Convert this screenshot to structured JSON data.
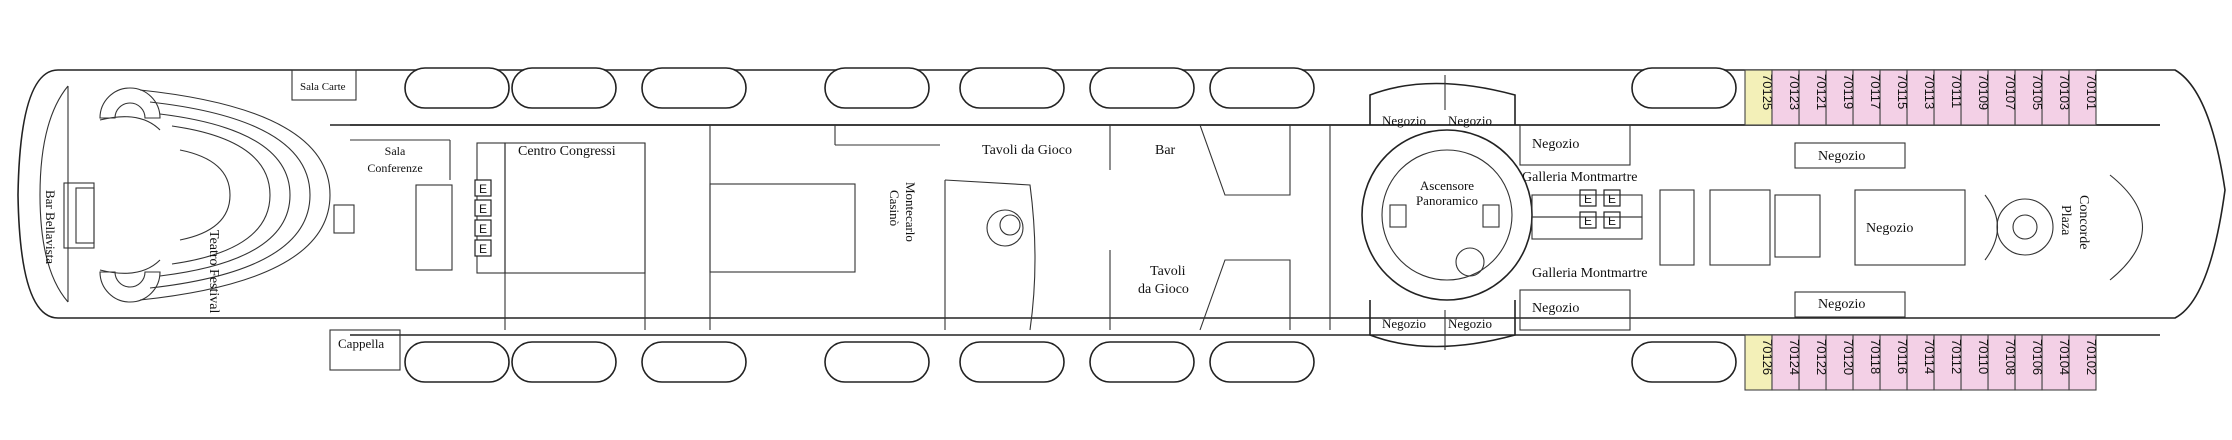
{
  "colors": {
    "cabin": "#f3d0e6",
    "suite": "#f3f0b8",
    "line": "#222222"
  },
  "labels": {
    "sala_carte": "Sala Carte",
    "sala_conferenze_1": "Sala",
    "sala_conferenze_2": "Conferenze",
    "bar_bellavista": "Bar Bellavista",
    "teatro_festival": "Teatro Festival",
    "cappella": "Cappella",
    "centro_congressi": "Centro Congressi",
    "casino_1": "Casinò",
    "casino_2": "Montecarlo",
    "tavoli_top": "Tavoli da Gioco",
    "tavoli_bottom_1": "Tavoli",
    "tavoli_bottom_2": "da Gioco",
    "bar": "Bar",
    "negozio": "Negozio",
    "ascensore_1": "Ascensore",
    "ascensore_2": "Panoramico",
    "galleria": "Galleria Montmartre",
    "concorde_1": "Concorde",
    "concorde_2": "Plaza"
  },
  "cabins_top": [
    "70101",
    "70103",
    "70105",
    "70107",
    "70109",
    "70111",
    "70113",
    "70115",
    "70117",
    "70119",
    "70121",
    "70123"
  ],
  "cabins_bottom": [
    "70102",
    "70104",
    "70106",
    "70108",
    "70110",
    "70112",
    "70114",
    "70116",
    "70118",
    "70120",
    "70122",
    "70124"
  ],
  "suite_top": "70125",
  "suite_bottom": "70126",
  "lift_marks": [
    "E",
    "E",
    "E",
    "E",
    "E",
    "E",
    "E",
    "E"
  ]
}
